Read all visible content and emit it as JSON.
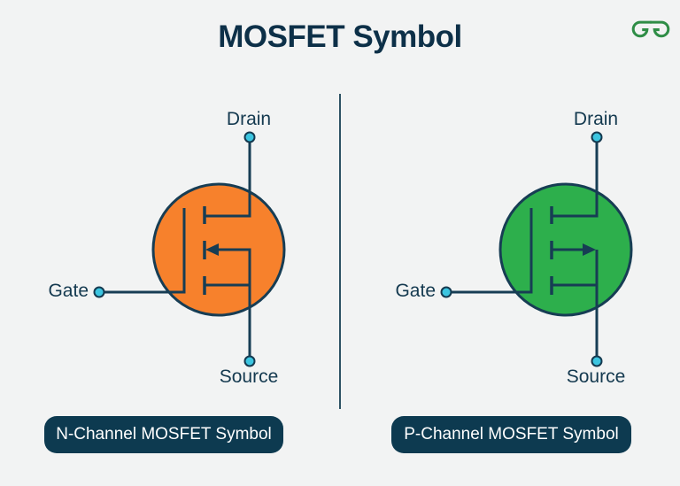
{
  "header": {
    "title": "MOSFET Symbol",
    "title_color": "#0D3048",
    "logo": "geeksforgeeks-logo",
    "logo_color": "#2F8D46"
  },
  "colors": {
    "background": "#F2F3F3",
    "line_navy": "#173D54",
    "terminal_dot": "#3CC5E0",
    "divider": "#2D5263",
    "badge_background": "#0D3A50",
    "badge_text": "#FFFFFF",
    "n_channel_circle": "#F7812C",
    "p_channel_circle": "#2DAF4C"
  },
  "panels": [
    {
      "id": "n-channel",
      "circle_color": "#F7812C",
      "arrow_direction": "left",
      "labels": {
        "drain": "Drain",
        "gate": "Gate",
        "source": "Source"
      },
      "badge": "N-Channel MOSFET Symbol"
    },
    {
      "id": "p-channel",
      "circle_color": "#2DAF4C",
      "arrow_direction": "right",
      "labels": {
        "drain": "Drain",
        "gate": "Gate",
        "source": "Source"
      },
      "badge": "P-Channel MOSFET Symbol"
    }
  ]
}
